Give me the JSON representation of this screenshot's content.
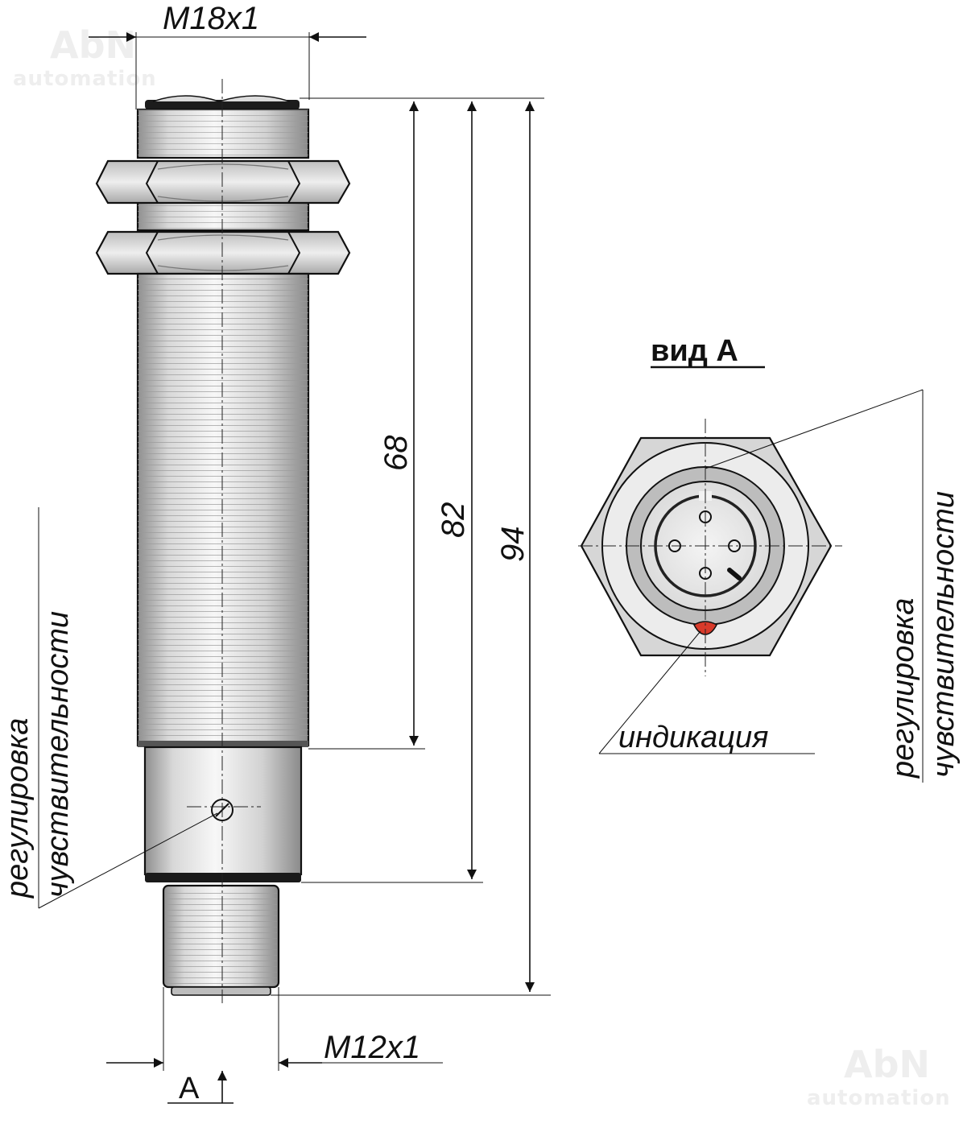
{
  "watermark": {
    "brand": "AbN",
    "sub": "automation"
  },
  "dimensions": {
    "thread_body": "M18x1",
    "thread_connector": "M12x1",
    "len_68": "68",
    "len_82": "82",
    "len_94": "94"
  },
  "labels": {
    "sensitivity_line1": "регулировка",
    "sensitivity_line2": "чувствительности",
    "indication": "индикация",
    "view_title": "вид А",
    "view_marker": "А"
  },
  "colors": {
    "metal_light": "#f2f2f2",
    "metal_mid": "#cfcfcf",
    "metal_dark": "#8c8c8c",
    "nut_fill": "#d6d6d6",
    "led_red": "#d83a2a",
    "line": "#111111"
  }
}
